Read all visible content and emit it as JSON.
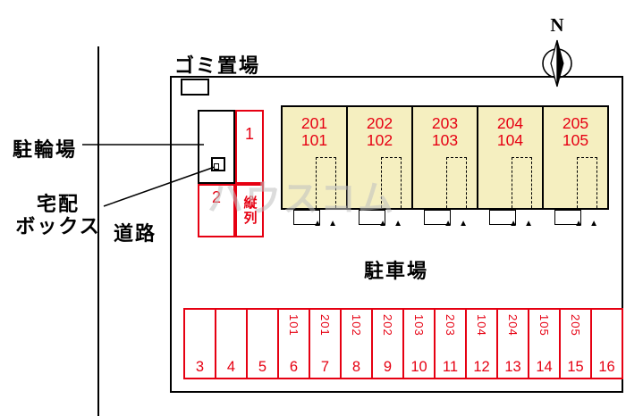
{
  "site": {
    "north_label": "N",
    "watermark": "ハウスコム",
    "labels": {
      "garbage": "ゴミ置場",
      "bicycle_parking": "駐輪場",
      "delivery_box_line1": "宅配",
      "delivery_box_line2": "ボックス",
      "road": "道路",
      "parking_lot": "駐車場",
      "tandem": "縦列"
    },
    "tandem_spots": {
      "spot1": "1",
      "spot2": "2"
    }
  },
  "buildings": [
    {
      "upper": "201",
      "lower": "101"
    },
    {
      "upper": "202",
      "lower": "102"
    },
    {
      "upper": "203",
      "lower": "103"
    },
    {
      "upper": "204",
      "lower": "104"
    },
    {
      "upper": "205",
      "lower": "105"
    }
  ],
  "parking_spots": [
    {
      "number": "3",
      "unit": ""
    },
    {
      "number": "4",
      "unit": ""
    },
    {
      "number": "5",
      "unit": ""
    },
    {
      "number": "6",
      "unit": "101"
    },
    {
      "number": "7",
      "unit": "201"
    },
    {
      "number": "8",
      "unit": "102"
    },
    {
      "number": "9",
      "unit": "202"
    },
    {
      "number": "10",
      "unit": "103"
    },
    {
      "number": "11",
      "unit": "203"
    },
    {
      "number": "12",
      "unit": "104"
    },
    {
      "number": "13",
      "unit": "204"
    },
    {
      "number": "14",
      "unit": "105"
    },
    {
      "number": "15",
      "unit": "205"
    },
    {
      "number": "16",
      "unit": ""
    }
  ],
  "icons": {
    "entrance_arrow": "▲"
  },
  "colors": {
    "red": "#e60012",
    "building_fill": "#f5efc0",
    "line": "#000000",
    "watermark": "#c0c0c0"
  }
}
